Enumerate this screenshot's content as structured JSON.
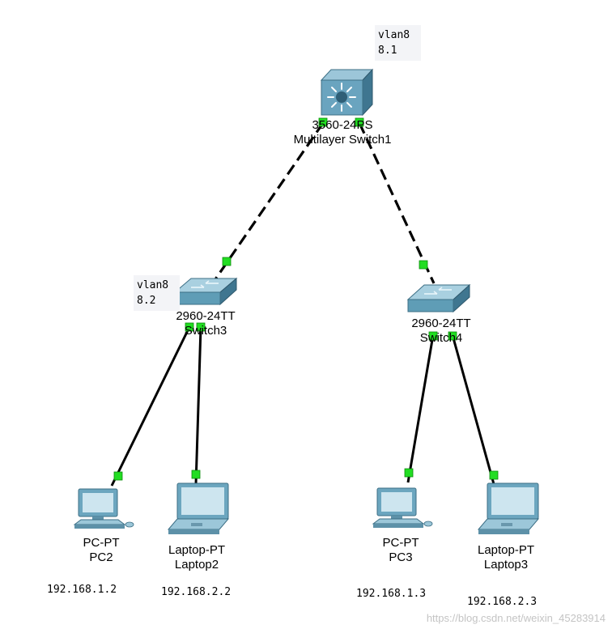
{
  "notes": {
    "top": {
      "line1": "vlan8",
      "line2": "8.1"
    },
    "left": {
      "line1": "vlan8",
      "line2": "8.2"
    }
  },
  "devices": {
    "multilayer_switch": {
      "model": "3560-24PS",
      "name": "Multilayer Switch1"
    },
    "switch3": {
      "model": "2960-24TT",
      "name": "Switch3"
    },
    "switch4": {
      "model": "2960-24TT",
      "name": "Switch4"
    },
    "pc2": {
      "model": "PC-PT",
      "name": "PC2",
      "ip": "192.168.1.2"
    },
    "laptop2": {
      "model": "Laptop-PT",
      "name": "Laptop2",
      "ip": "192.168.2.2"
    },
    "pc3": {
      "model": "PC-PT",
      "name": "PC3",
      "ip": "192.168.1.3"
    },
    "laptop3": {
      "model": "Laptop-PT",
      "name": "Laptop3",
      "ip": "192.168.2.3"
    }
  },
  "watermark": "https://blog.csdn.net/weixin_45283914",
  "colors": {
    "link_up": "#22dd22",
    "switch_body": "#5f9db6",
    "switch_dark": "#3e7289",
    "cable": "#000000"
  }
}
